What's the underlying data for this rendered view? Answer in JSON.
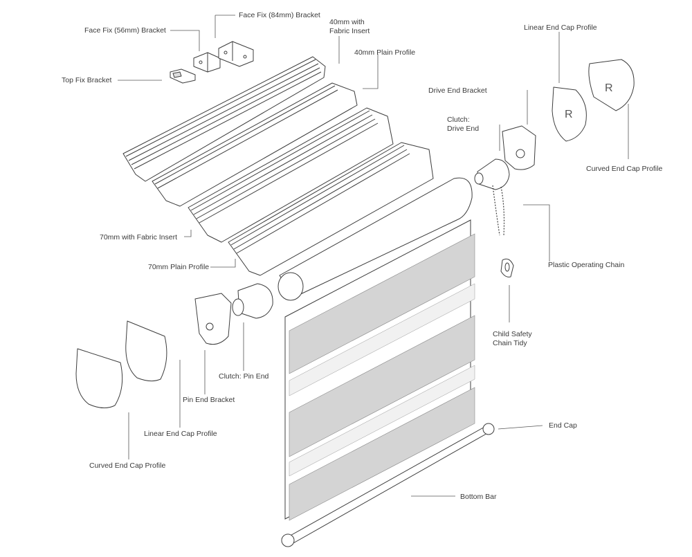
{
  "diagram": {
    "colors": {
      "line": "#3c3c3c",
      "label": "#3a3a3a",
      "fabric_dark": "#cfcfcf",
      "fabric_light": "#f3f3f3",
      "background": "#ffffff"
    },
    "labels": {
      "face_fix_84": "Face Fix (84mm) Bracket",
      "face_fix_56": "Face Fix (56mm) Bracket",
      "top_fix": "Top Fix Bracket",
      "p40_fabric": "40mm with Fabric Insert",
      "p40_plain": "40mm Plain Profile",
      "p70_fabric": "70mm with Fabric Insert",
      "p70_plain": "70mm Plain Profile",
      "linear_end_cap_right": "Linear End Cap Profile",
      "curved_end_cap_right": "Curved End Cap Profile",
      "drive_end_bracket": "Drive End Bracket",
      "clutch_drive_end": "Clutch: Drive End",
      "plastic_chain": "Plastic Operating Chain",
      "child_safety": "Child Safety Chain Tidy",
      "end_cap": "End Cap",
      "bottom_bar": "Bottom Bar",
      "clutch_pin_end": "Clutch: Pin End",
      "pin_end_bracket": "Pin End Bracket",
      "linear_end_cap_left": "Linear End Cap Profile",
      "curved_end_cap_left": "Curved End Cap Profile"
    },
    "cap_letter": "R"
  }
}
